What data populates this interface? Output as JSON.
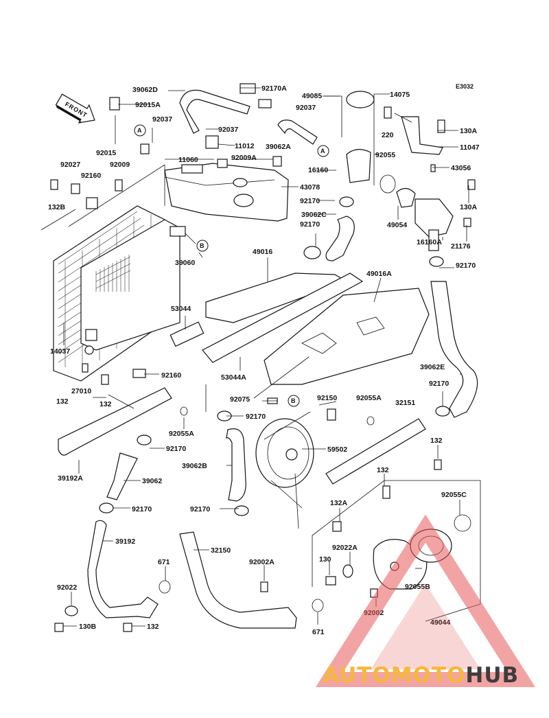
{
  "diagram_code": "E3032",
  "front_marker": "FRONT",
  "callouts": [
    "A",
    "A",
    "B",
    "B"
  ],
  "parts": [
    {
      "id": "39062D"
    },
    {
      "id": "92170A"
    },
    {
      "id": "92015A"
    },
    {
      "id": "49085"
    },
    {
      "id": "14075"
    },
    {
      "id": "92037"
    },
    {
      "id": "92037"
    },
    {
      "id": "92037"
    },
    {
      "id": "92015"
    },
    {
      "id": "11012"
    },
    {
      "id": "39062A"
    },
    {
      "id": "220"
    },
    {
      "id": "130A"
    },
    {
      "id": "11047"
    },
    {
      "id": "11060"
    },
    {
      "id": "92009A"
    },
    {
      "id": "16160"
    },
    {
      "id": "92055"
    },
    {
      "id": "43056"
    },
    {
      "id": "92027"
    },
    {
      "id": "92009"
    },
    {
      "id": "92160"
    },
    {
      "id": "43078"
    },
    {
      "id": "92170"
    },
    {
      "id": "132B"
    },
    {
      "id": "39062C"
    },
    {
      "id": "49054"
    },
    {
      "id": "130A"
    },
    {
      "id": "92170"
    },
    {
      "id": "16160A"
    },
    {
      "id": "21176"
    },
    {
      "id": "39060"
    },
    {
      "id": "49016"
    },
    {
      "id": "49016A"
    },
    {
      "id": "92170"
    },
    {
      "id": "53044"
    },
    {
      "id": "14037"
    },
    {
      "id": "53044A"
    },
    {
      "id": "39062E"
    },
    {
      "id": "92160"
    },
    {
      "id": "27010"
    },
    {
      "id": "92170"
    },
    {
      "id": "132"
    },
    {
      "id": "132"
    },
    {
      "id": "92075"
    },
    {
      "id": "92150"
    },
    {
      "id": "92055A"
    },
    {
      "id": "32151"
    },
    {
      "id": "92170"
    },
    {
      "id": "92055A"
    },
    {
      "id": "132"
    },
    {
      "id": "92170"
    },
    {
      "id": "59502"
    },
    {
      "id": "39192A"
    },
    {
      "id": "39062B"
    },
    {
      "id": "132"
    },
    {
      "id": "39062"
    },
    {
      "id": "92055C"
    },
    {
      "id": "132A"
    },
    {
      "id": "92170"
    },
    {
      "id": "92170"
    },
    {
      "id": "39192"
    },
    {
      "id": "92022A"
    },
    {
      "id": "32150"
    },
    {
      "id": "671"
    },
    {
      "id": "92002A"
    },
    {
      "id": "130"
    },
    {
      "id": "92055B"
    },
    {
      "id": "92022"
    },
    {
      "id": "92002"
    },
    {
      "id": "49044"
    },
    {
      "id": "130B"
    },
    {
      "id": "132"
    },
    {
      "id": "671"
    }
  ],
  "watermark": {
    "part1": "AUTOMOTO",
    "part2": "HUB",
    "color1": "#f6b73c",
    "color2": "#3d3d3d",
    "triangle_color": "#e85a5a"
  }
}
